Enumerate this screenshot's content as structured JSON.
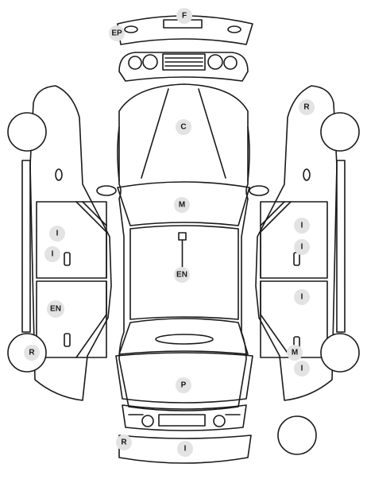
{
  "labels": {
    "front_bumper": "F",
    "front_left_marker": "EP",
    "hood": "C",
    "windshield": "M",
    "roof_engine": "EN",
    "rear_window": "P",
    "rear_bumper": "I",
    "rear_bumper_side": "R",
    "left_front_wheel": "R",
    "left_rear_wheel": "R",
    "left_front_door_upper": "I",
    "left_front_door_lower": "I",
    "left_rear_door": "EN",
    "right_front_door_upper": "I",
    "right_front_door_lower": "I",
    "right_rear_door": "I",
    "right_rear_handle": "M",
    "right_rear_lower": "I"
  },
  "colors": {
    "line": "#1a1a1a",
    "badge": "#e3e3e3",
    "background": "#ffffff"
  }
}
